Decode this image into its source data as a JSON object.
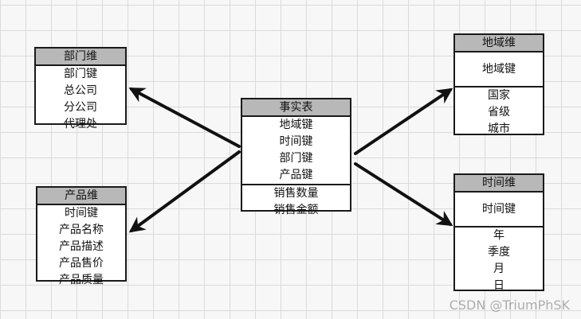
{
  "diagram": {
    "fact": {
      "title": "事实表",
      "keys": [
        "地域键",
        "时间键",
        "部门键",
        "产品键"
      ],
      "measures": [
        "销售数量",
        "销售金额"
      ]
    },
    "dept": {
      "title": "部门维",
      "rows": [
        "部门键",
        "总公司",
        "分公司",
        "代理处"
      ]
    },
    "product": {
      "title": "产品维",
      "rows": [
        "时间键",
        "产品名称",
        "产品描述",
        "产品售价",
        "产品质量"
      ]
    },
    "region": {
      "title": "地域维",
      "key": "地域键",
      "attrs": [
        "国家",
        "省级",
        "城市"
      ]
    },
    "time": {
      "title": "时间维",
      "key": "时间键",
      "attrs": [
        "年",
        "季度",
        "月",
        "日"
      ]
    }
  },
  "watermark": "CSDN @TriumPhSK"
}
